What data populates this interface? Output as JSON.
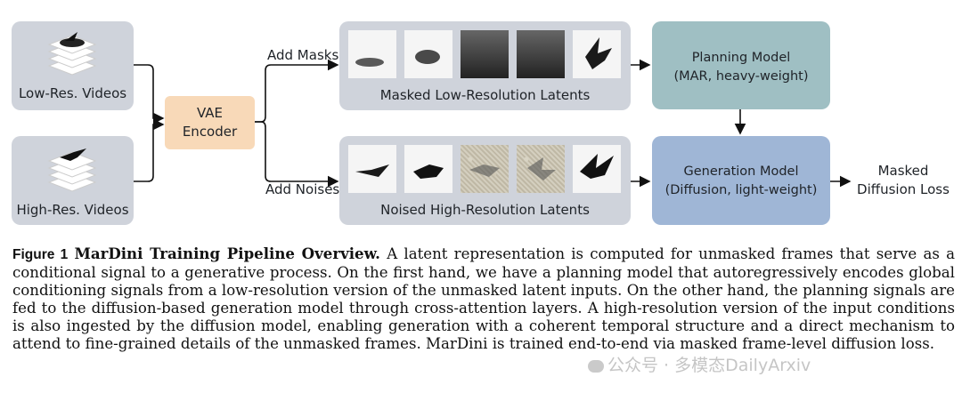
{
  "inputs": {
    "low_res_label": "Low-Res. Videos",
    "high_res_label": "High-Res. Videos"
  },
  "encoder": {
    "line1": "VAE",
    "line2": "Encoder"
  },
  "branches": {
    "top_arrow_label": "Add Masks",
    "bottom_arrow_label": "Add Noises",
    "top_latents_label": "Masked Low-Resolution Latents",
    "bottom_latents_label": "Noised High-Resolution Latents"
  },
  "models": {
    "planning_line1": "Planning Model",
    "planning_line2": "(MAR, heavy-weight)",
    "generation_line1": "Generation Model",
    "generation_line2": "(Diffusion, light-weight)"
  },
  "output": {
    "line1": "Masked",
    "line2": "Diffusion Loss"
  },
  "caption": {
    "figure_label": "Figure 1",
    "title": "MarDini Training Pipeline Overview.",
    "body": "A latent representation is computed for unmasked frames that serve as a conditional signal to a generative process. On the first hand, we have a planning model that autoregressively encodes global conditioning signals from a low-resolution version of the unmasked latent inputs. On the other hand, the planning signals are fed to the diffusion-based generation model through cross-attention layers. A high-resolution version of the input conditions is also ingested by the diffusion model, enabling generation with a coherent temporal structure and a direct mechanism to attend to fine-grained details of the unmasked frames. MarDini is trained end-to-end via masked frame-level diffusion loss."
  },
  "watermark": "公众号 · 多模态DailyArxiv",
  "colors": {
    "input_box": "#cfd3db",
    "vae": "#f8d9b8",
    "planning": "#9fbfc3",
    "generation": "#9fb6d6"
  }
}
